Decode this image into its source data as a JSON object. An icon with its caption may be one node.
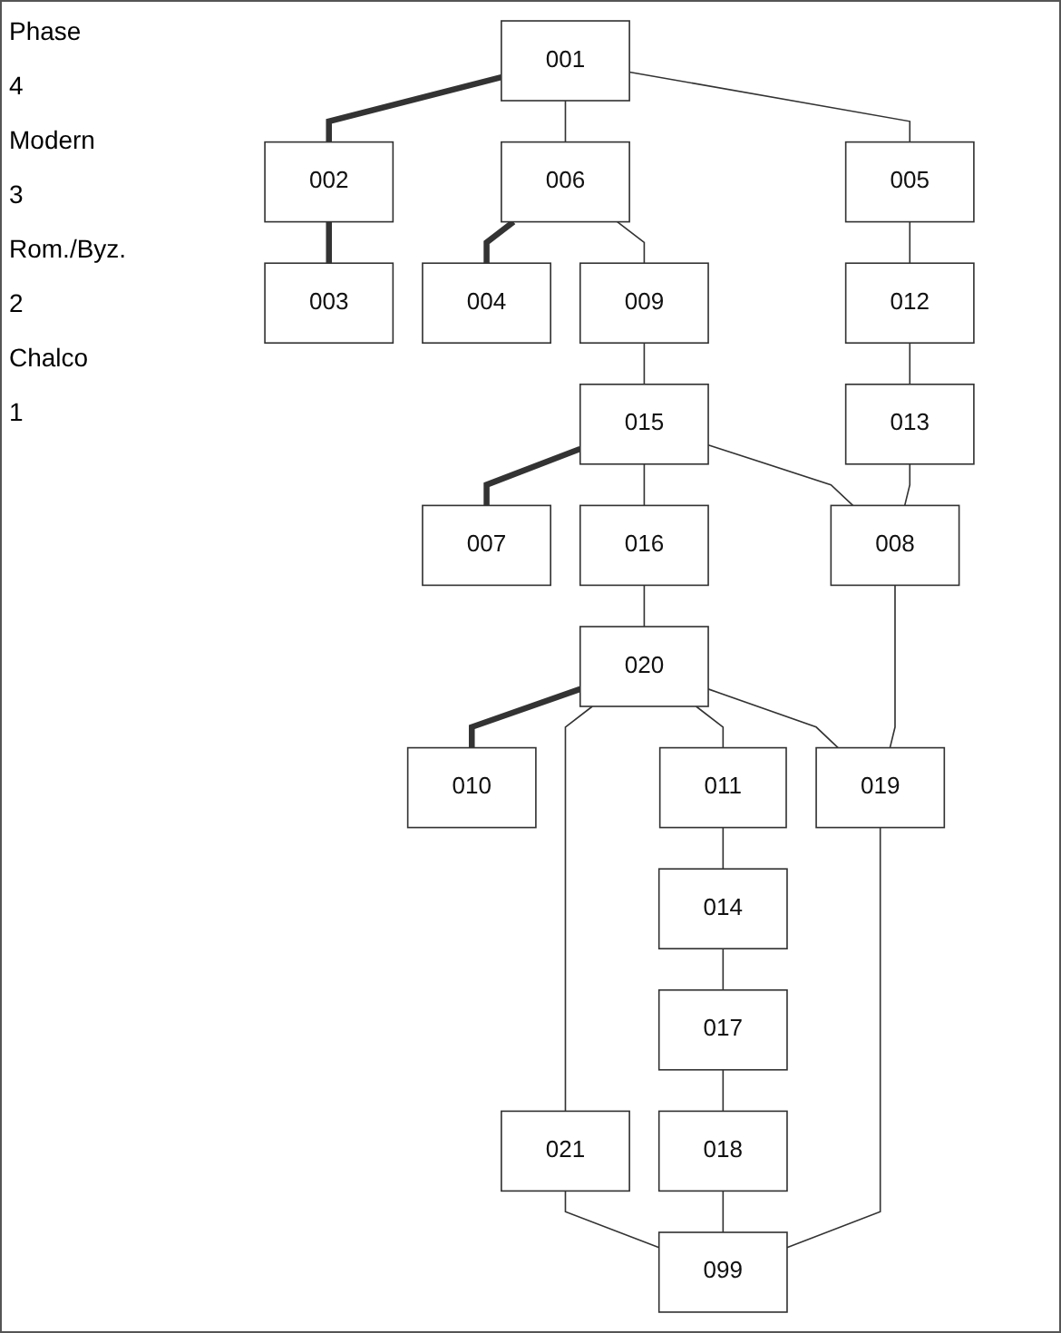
{
  "diagram": {
    "nodes": [
      {
        "text": [
          "001"
        ]
      },
      {
        "text": [
          "002"
        ]
      },
      {
        "text": [
          "003"
        ]
      },
      {
        "text": [
          "006"
        ]
      },
      {
        "text": [
          "004"
        ]
      },
      {
        "text": [
          "005"
        ]
      },
      {
        "text": [
          "009"
        ]
      },
      {
        "text": [
          "012"
        ]
      },
      {
        "text": [
          "015"
        ]
      },
      {
        "text": [
          "007"
        ]
      },
      {
        "text": [
          "013"
        ]
      },
      {
        "text": [
          "008"
        ]
      },
      {
        "text": [
          "016"
        ]
      },
      {
        "text": [
          "020"
        ]
      },
      {
        "text": [
          "010"
        ]
      },
      {
        "text": [
          "019"
        ]
      },
      {
        "text": [
          "011"
        ]
      },
      {
        "text": [
          "021"
        ]
      },
      {
        "text": [
          "014"
        ]
      },
      {
        "text": [
          "017"
        ]
      },
      {
        "text": [
          "018"
        ]
      },
      {
        "text": [
          "099"
        ]
      }
    ],
    "edges": [
      {
        "from": 0,
        "to": 1,
        "arrow": "none",
        "style": "thick"
      },
      {
        "from": 1,
        "to": 2,
        "arrow": "none",
        "style": "thick"
      },
      {
        "from": 0,
        "to": 5,
        "arrow": "none"
      },
      {
        "from": 0,
        "to": 3,
        "arrow": "none"
      },
      {
        "from": 3,
        "to": 4,
        "arrow": "none",
        "style": "thick"
      },
      {
        "from": 3,
        "to": 6,
        "arrow": "none"
      },
      {
        "from": 5,
        "to": 7,
        "arrow": "none"
      },
      {
        "from": 6,
        "to": 8,
        "arrow": "none"
      },
      {
        "from": 8,
        "to": 9,
        "arrow": "none",
        "style": "thick"
      },
      {
        "from": 7,
        "to": 10,
        "arrow": "none"
      },
      {
        "from": 10,
        "to": 11,
        "arrow": "none"
      },
      {
        "from": 8,
        "to": 11,
        "arrow": "none"
      },
      {
        "from": 8,
        "to": 12,
        "arrow": "none"
      },
      {
        "from": 12,
        "to": 13,
        "arrow": "none"
      },
      {
        "from": 13,
        "to": 14,
        "arrow": "none",
        "style": "thick"
      },
      {
        "from": 11,
        "to": 15,
        "arrow": "none"
      },
      {
        "from": 13,
        "to": 15,
        "arrow": "none"
      },
      {
        "from": 13,
        "to": 16,
        "arrow": "none"
      },
      {
        "from": 13,
        "to": 17,
        "arrow": "none"
      },
      {
        "from": 16,
        "to": 18,
        "arrow": "none"
      },
      {
        "from": 18,
        "to": 19,
        "arrow": "none"
      },
      {
        "from": 19,
        "to": 20,
        "arrow": "none"
      },
      {
        "from": 15,
        "to": 21,
        "arrow": "none"
      },
      {
        "from": 20,
        "to": 21,
        "arrow": "none"
      },
      {
        "from": 17,
        "to": 21,
        "arrow": "none"
      }
    ],
    "labels": [
      "Phase",
      "4",
      "Modern",
      "3",
      "Rom./Byz.",
      "2",
      "Chalco",
      "1"
    ]
  }
}
